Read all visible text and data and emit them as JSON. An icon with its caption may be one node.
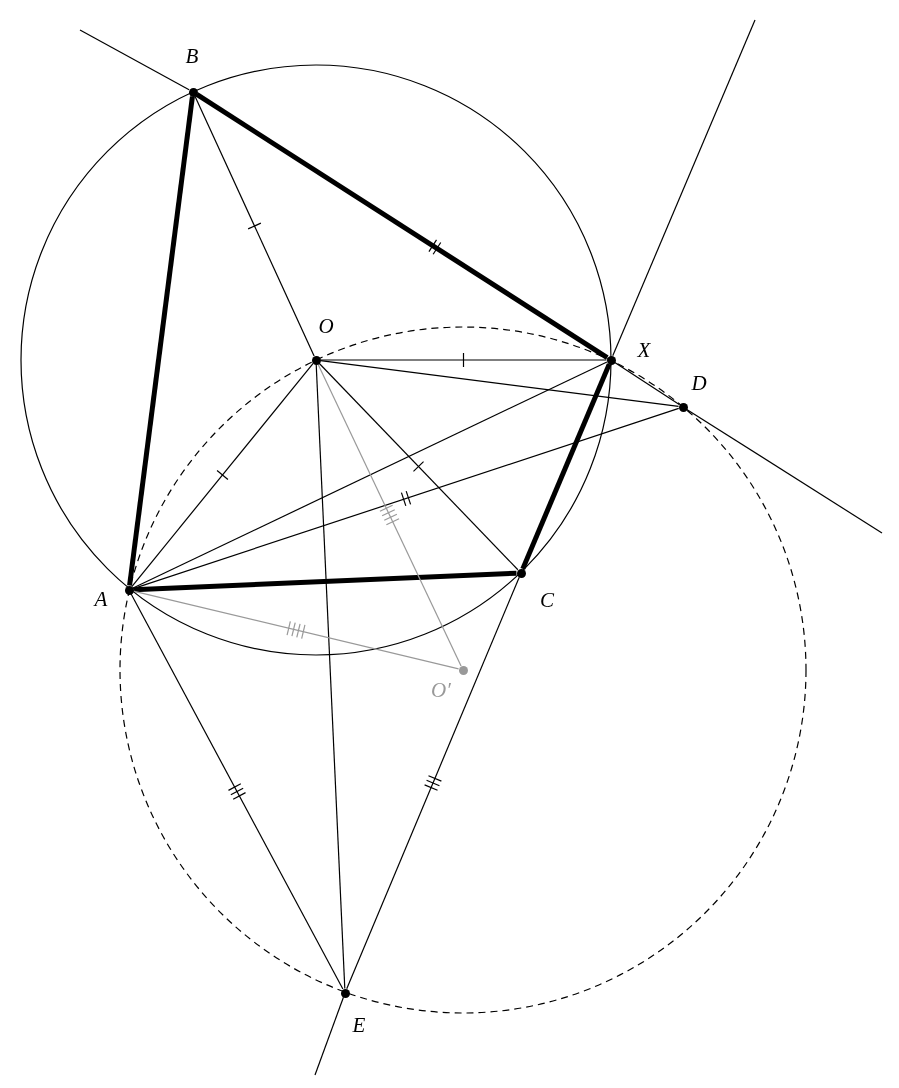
{
  "diagram": {
    "nodes": [
      {
        "text": [],
        "shape": "circle",
        "beside": [
          "B"
        ]
      },
      {
        "text": [],
        "shape": "circle",
        "beside": [
          "O"
        ]
      },
      {
        "text": [],
        "shape": "circle",
        "beside": [
          "X"
        ]
      },
      {
        "text": [],
        "shape": "circle",
        "beside": [
          "D"
        ]
      },
      {
        "text": [],
        "shape": "circle",
        "beside": [
          "A"
        ]
      },
      {
        "text": [],
        "shape": "circle",
        "beside": [
          "C"
        ]
      },
      {
        "text": [],
        "shape": "circle",
        "beside": [
          "O′"
        ]
      },
      {
        "text": [],
        "shape": "circle",
        "beside": [
          "E"
        ]
      }
    ],
    "edges": [
      {
        "from": 0,
        "to": 2,
        "arrow": "none",
        "style": "thick"
      },
      {
        "from": 0,
        "to": 4,
        "arrow": "none",
        "style": "thick"
      },
      {
        "from": 2,
        "to": 5,
        "arrow": "none",
        "style": "thick"
      },
      {
        "from": 4,
        "to": 5,
        "arrow": "none",
        "style": "thick"
      },
      {
        "from": 1,
        "to": 0,
        "arrow": "none"
      },
      {
        "from": 1,
        "to": 2,
        "arrow": "none"
      },
      {
        "from": 1,
        "to": 4,
        "arrow": "none"
      },
      {
        "from": 1,
        "to": 5,
        "arrow": "none"
      },
      {
        "from": 1,
        "to": 3,
        "arrow": "none"
      },
      {
        "from": 1,
        "to": 7,
        "arrow": "none"
      },
      {
        "from": 4,
        "to": 2,
        "arrow": "none"
      },
      {
        "from": 4,
        "to": 3,
        "arrow": "none"
      },
      {
        "from": 4,
        "to": 7,
        "arrow": "none"
      },
      {
        "from": 7,
        "to": 5,
        "arrow": "none"
      },
      {
        "from": 1,
        "to": 6,
        "arrow": "none",
        "color": "#999999"
      },
      {
        "from": 4,
        "to": 6,
        "arrow": "none",
        "color": "#999999"
      },
      {
        "from": null,
        "to": 0,
        "arrow": "none"
      },
      {
        "from": 2,
        "to": 3,
        "arrow": "none"
      },
      {
        "from": 3,
        "to": null,
        "arrow": "none"
      },
      {
        "from": null,
        "to": 7,
        "arrow": "none"
      },
      {
        "from": 2,
        "to": null,
        "arrow": "none"
      }
    ]
  }
}
